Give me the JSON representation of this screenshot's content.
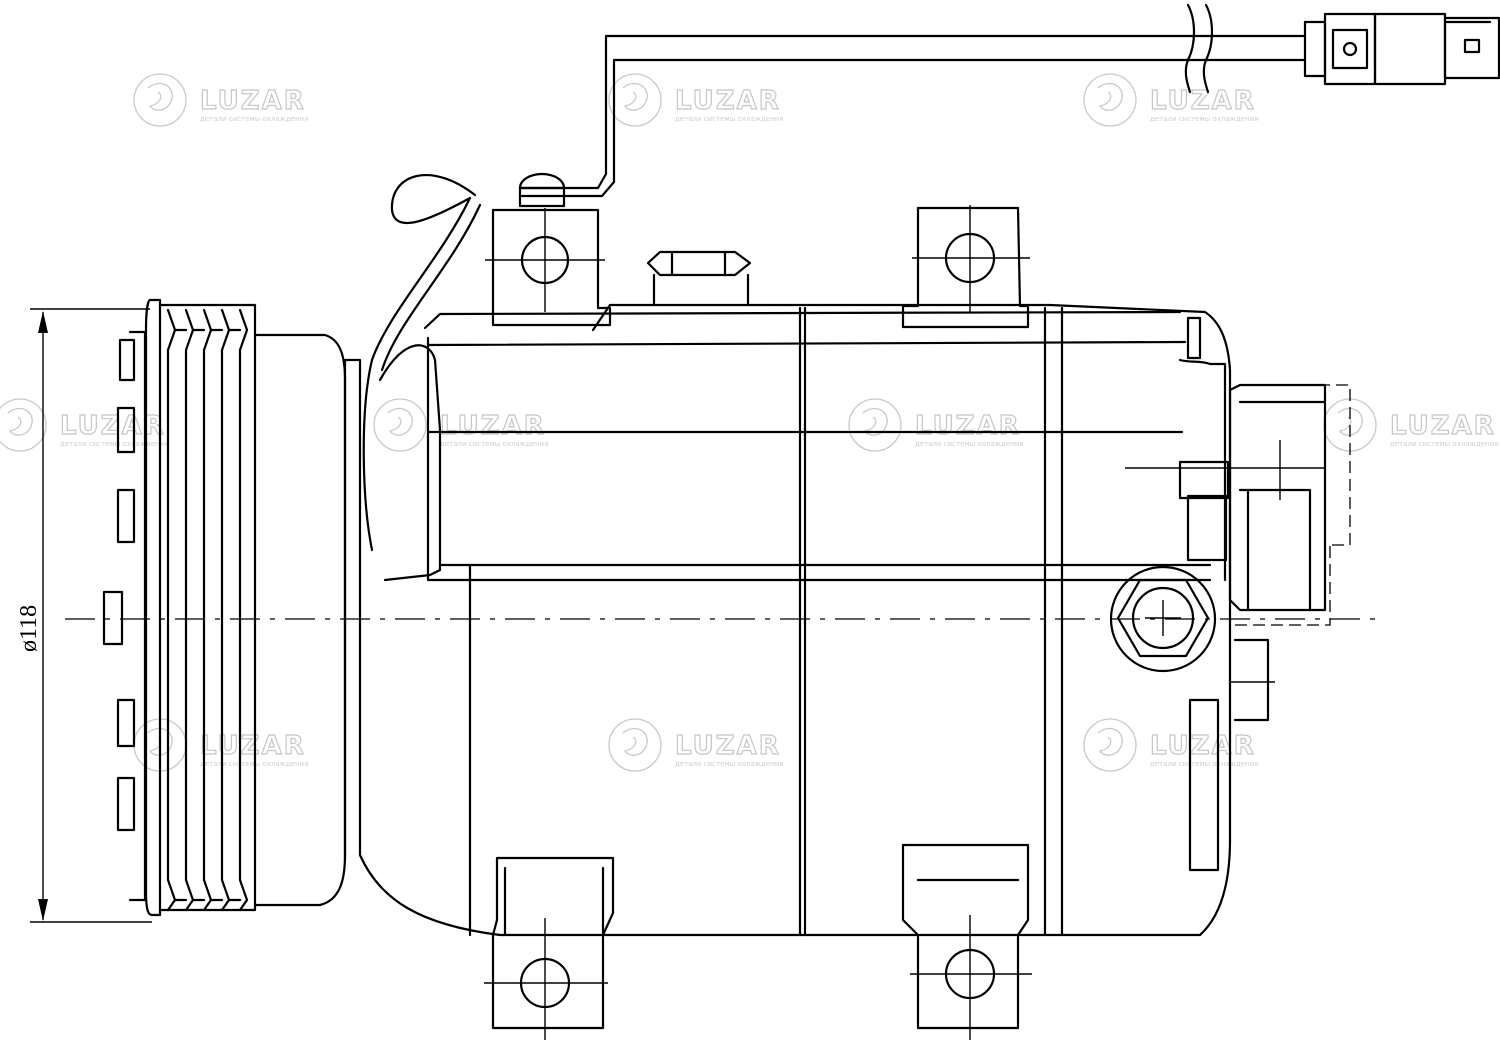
{
  "drawing": {
    "dimension_label": "ø118"
  },
  "watermark": {
    "brand": "LUZAR",
    "tagline": "детали системы охлаждения",
    "icon": "luzar-logo-icon"
  }
}
